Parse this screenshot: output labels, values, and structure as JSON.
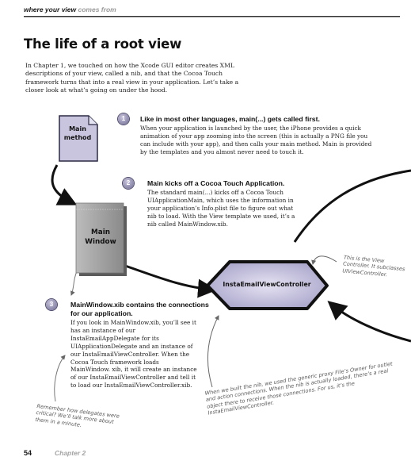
{
  "header": {
    "prefix": "where your view",
    "suffix": "comes from"
  },
  "title": "The life of a root view",
  "intro": "In Chapter 1, we touched on how the Xcode GUI editor creates XML descriptions of your view, called a nib, and that the Cocoa Touch framework turns that into a real view in your application. Let’s take a closer look at what’s going on under the hood.",
  "diagram": {
    "main_method_label_1": "Main",
    "main_method_label_2": "method",
    "main_window_label_1": "Main",
    "main_window_label_2": "Window",
    "view_controller_label": "InstaEmailViewController"
  },
  "steps": [
    {
      "number": "1",
      "heading": "Like in most other languages, main(...) gets called first.",
      "body": "When your application is launched by the user, the iPhone provides a quick animation of your app zooming into the screen (this is actually a PNG file you can include with your app), and then calls your main method. Main is provided by the templates and you almost never need to touch it."
    },
    {
      "number": "2",
      "heading": "Main kicks off a Cocoa Touch Application.",
      "body": "The standard main(...) kicks off a Cocoa Touch UIApplicationMain, which uses the information in your application’s Info.plist file to figure out what nib to load. With the View template we used, it’s a nib called MainWindow.xib."
    },
    {
      "number": "3",
      "heading": "MainWindow.xib contains the connections for our application.",
      "body": "If you look in MainWindow.xib, you’ll see it has an instance of our InstaEmailAppDelegate for its UIApplicationDelegate and an instance of our InstaEmailViewController. When the Cocoa Touch framework loads MainWindow. xib, it will create an instance of our InstaEmailViewController and tell it to load our InstaEmailViewController.xib."
    }
  ],
  "annotations": {
    "vc_note": "This is the View Controller. It subclasses UIViewController.",
    "owner_note": "When we built the nib, we used the generic proxy File’s Owner for outlet and action connections. When the nib is actually loaded, there’s a real object there to receive those connections. For us, it’s the InstaEmailViewController.",
    "delegate_note": "Remember how delegates were critical? We’ll talk more about them in a minute."
  },
  "footer": {
    "page_number": "54",
    "chapter": "Chapter 2"
  }
}
